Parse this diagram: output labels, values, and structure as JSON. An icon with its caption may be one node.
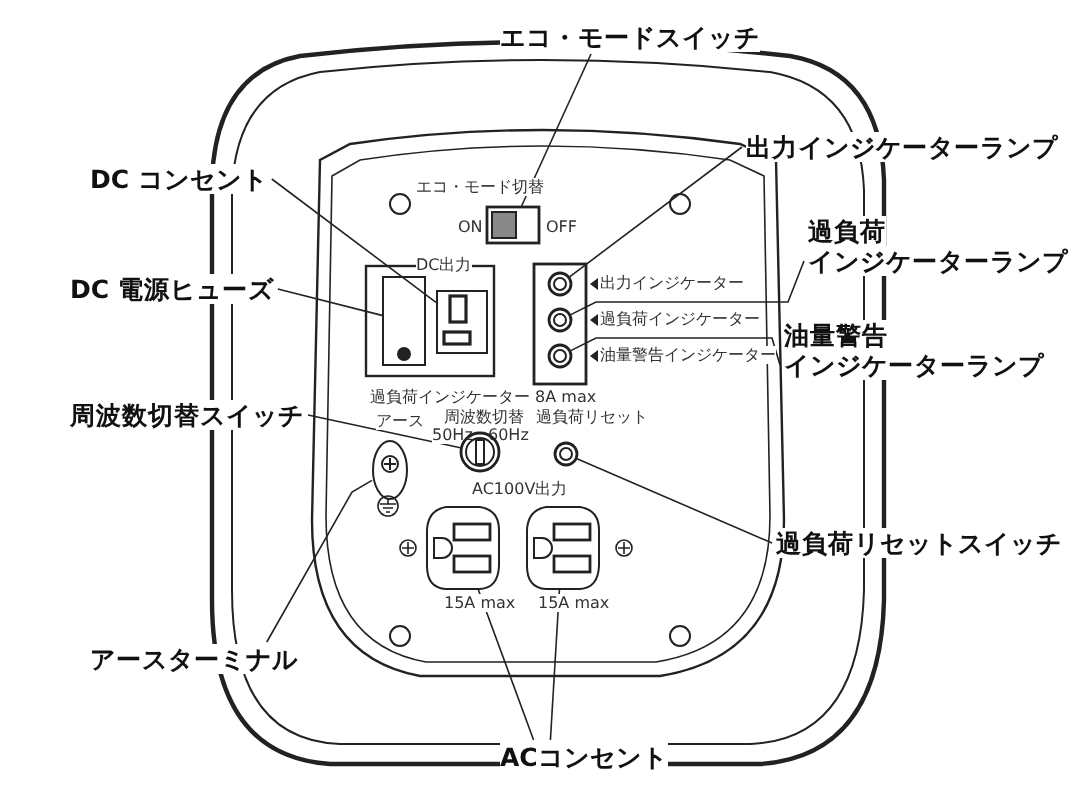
{
  "diagram": {
    "nodes": [
      {
        "text": [
          "エコ・モードスイッチ"
        ]
      },
      {
        "text": [],
        "shape": "box"
      },
      {
        "text": [
          "DC コンセント"
        ]
      },
      {
        "text": [],
        "shape": "box"
      },
      {
        "text": [
          "DC 電源ヒューズ"
        ]
      },
      {
        "text": [],
        "shape": "box"
      },
      {
        "text": [
          "出力インジケーターランプ"
        ]
      },
      {
        "text": [],
        "shape": "circle"
      },
      {
        "text": [
          "過負荷",
          "インジケーターランプ"
        ]
      },
      {
        "text": [],
        "shape": "circle"
      },
      {
        "text": [
          "油量警告",
          "インジケーターランプ"
        ]
      },
      {
        "text": [],
        "shape": "circle"
      },
      {
        "text": [
          "周波数切替スイッチ"
        ]
      },
      {
        "text": [],
        "shape": "circle"
      },
      {
        "text": [
          "過負荷リセットスイッチ"
        ]
      },
      {
        "text": [],
        "shape": "circle"
      },
      {
        "text": [
          "アースターミナル"
        ]
      },
      {
        "text": [],
        "shape": "circle"
      },
      {
        "text": [
          "ACコンセント"
        ]
      },
      {
        "text": [],
        "shape": "box"
      },
      {
        "text": [],
        "shape": "box"
      }
    ],
    "edges": [
      {
        "from": 0,
        "to": 1,
        "arrow": "none"
      },
      {
        "from": 2,
        "to": 3,
        "arrow": "none"
      },
      {
        "from": 4,
        "to": 5,
        "arrow": "none"
      },
      {
        "from": 6,
        "to": 7,
        "arrow": "none"
      },
      {
        "from": 8,
        "to": 9,
        "arrow": "none"
      },
      {
        "from": 10,
        "to": 11,
        "arrow": "none"
      },
      {
        "from": 12,
        "to": 13,
        "arrow": "none"
      },
      {
        "from": 14,
        "to": 15,
        "arrow": "none"
      },
      {
        "from": 16,
        "to": 17,
        "arrow": "none"
      },
      {
        "from": 18,
        "to": 19,
        "arrow": "none"
      },
      {
        "from": 18,
        "to": 20,
        "arrow": "none"
      }
    ],
    "labels": [
      "エコ・モード切替",
      "ON",
      "OFF",
      "DC出力",
      "出力インジケーター",
      "過負荷インジケーター",
      "油量警告インジケーター",
      "過負荷インジケーター 8A max",
      "アース",
      "周波数切替",
      "50Hz",
      "60Hz",
      "過負荷リセット",
      "AC100V出力",
      "15A max",
      "15A max"
    ]
  }
}
